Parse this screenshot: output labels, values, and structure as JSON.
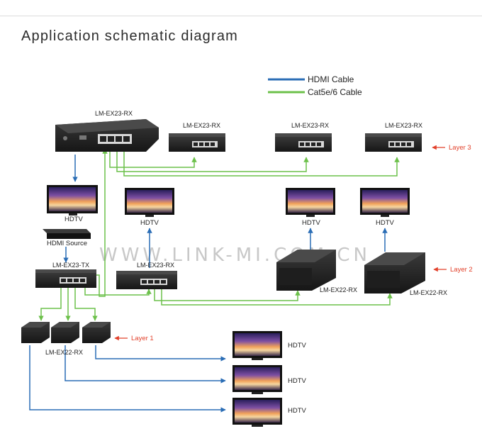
{
  "title": "Application schematic diagram",
  "legend": {
    "hdmi": "HDMI Cable",
    "cat": "Cat5e/6 Cable"
  },
  "colors": {
    "hdmi": "#2a6db5",
    "cat": "#6cc04a",
    "layer": "#e2412b"
  },
  "watermark": "WWW.LINK-MI.COM.CN",
  "labels": {
    "main_rx": "LM-EX23-RX",
    "l3_rx1": "LM-EX23-RX",
    "l3_rx2": "LM-EX23-RX",
    "l3_rx3": "LM-EX23-RX",
    "layer3": "Layer 3",
    "hdtv_left": "HDTV",
    "hdmi_source": "HDMI Source",
    "tx": "LM-EX23-TX",
    "mid_rx": "LM-EX23-RX",
    "hdtv_mid": "HDTV",
    "hdtv_r1": "HDTV",
    "hdtv_r2": "HDTV",
    "ex22_1": "LM-EX22-RX",
    "ex22_2": "LM-EX22-RX",
    "layer2": "Layer 2",
    "layer1": "Layer 1",
    "ex22_bottom": "LM-EX22-RX",
    "hdtv_b1": "HDTV",
    "hdtv_b2": "HDTV",
    "hdtv_b3": "HDTV"
  }
}
